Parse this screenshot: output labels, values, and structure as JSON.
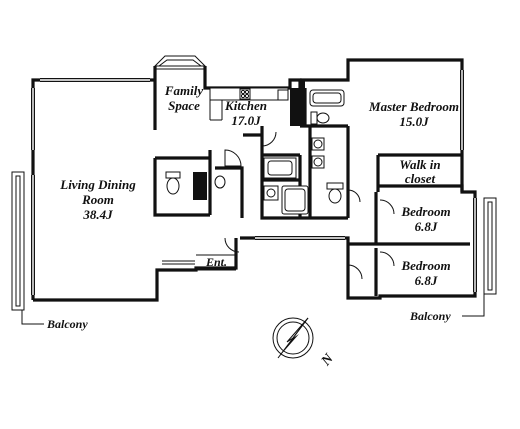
{
  "rooms": {
    "family_space": {
      "line1": "Family",
      "line2": "Space"
    },
    "kitchen": {
      "line1": "Kitchen",
      "line2": "17.0J"
    },
    "master_bedroom": {
      "line1": "Master Bedroom",
      "line2": "15.0J"
    },
    "walk_in_closet": {
      "line1": "Walk in",
      "line2": "closet"
    },
    "living_dining": {
      "line1": "Living Dining",
      "line2": "Room",
      "line3": "38.4J"
    },
    "bedroom_1": {
      "line1": "Bedroom",
      "line2": "6.8J"
    },
    "bedroom_2": {
      "line1": "Bedroom",
      "line2": "6.8J"
    }
  },
  "labels": {
    "entrance": "Ent.",
    "balcony_left": "Balcony",
    "balcony_right": "Balcony",
    "north": "N"
  }
}
